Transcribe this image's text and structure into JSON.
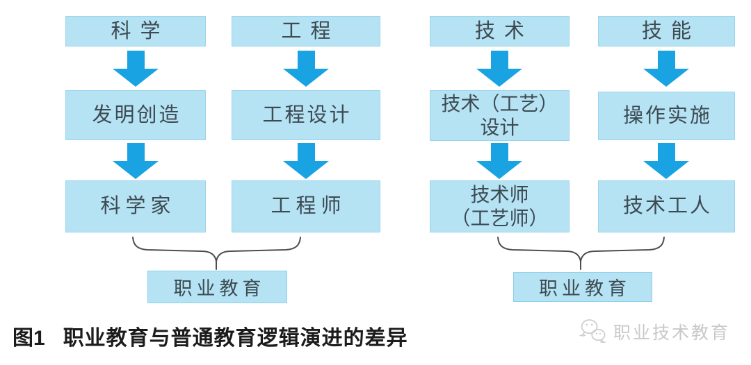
{
  "caption": {
    "label": "图1",
    "title": "职业教育与普通教育逻辑演进的差异"
  },
  "colors": {
    "box_fill": "#b5e3f4",
    "box_border": "#9ad4ec",
    "arrow_blue": "#19a3e3",
    "box_text": "#3d4a52",
    "brace": "#4d4d4d",
    "caption_text": "#1c1c1c",
    "watermark_gray": "#c9c9c9"
  },
  "columns": [
    {
      "name": "science",
      "rows": [
        {
          "lines": [
            "科学"
          ]
        },
        {
          "lines": [
            "发明创造"
          ]
        },
        {
          "lines": [
            "科学家"
          ]
        }
      ]
    },
    {
      "name": "engineering",
      "rows": [
        {
          "lines": [
            "工程"
          ]
        },
        {
          "lines": [
            "工程设计"
          ]
        },
        {
          "lines": [
            "工程师"
          ]
        }
      ]
    },
    {
      "name": "technology",
      "rows": [
        {
          "lines": [
            "技术"
          ]
        },
        {
          "lines": [
            "技术（工艺）",
            "设计"
          ]
        },
        {
          "lines": [
            "技术师",
            "（工艺师）"
          ]
        }
      ]
    },
    {
      "name": "skill",
      "rows": [
        {
          "lines": [
            "技能"
          ]
        },
        {
          "lines": [
            "操作实施"
          ]
        },
        {
          "lines": [
            "技术工人"
          ]
        }
      ]
    }
  ],
  "groups": [
    {
      "label": "职业教育"
    },
    {
      "label": "职业教育"
    }
  ],
  "watermark": {
    "label": "职业技术教育",
    "icon": "wechat-icon"
  }
}
